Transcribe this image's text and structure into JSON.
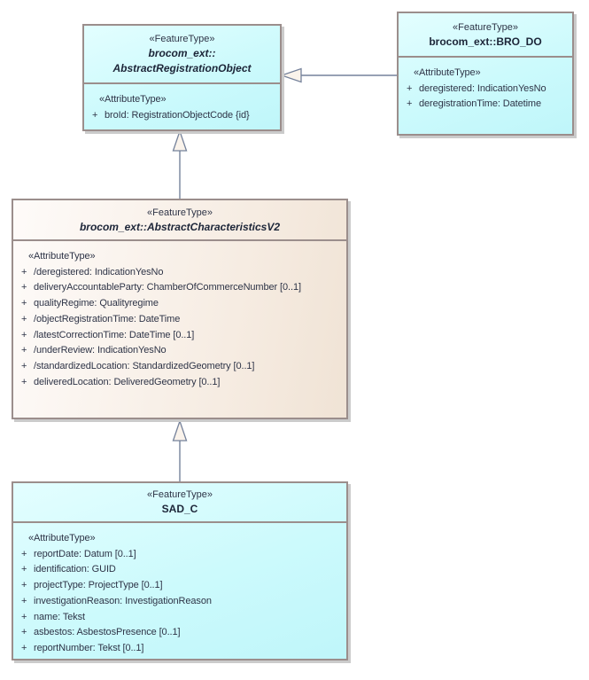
{
  "diagram": {
    "kind": "uml-class-diagram",
    "colors": {
      "class_fill_cyan": "#CCFAFC",
      "class_fill_cream": "#F6ECE2",
      "border": "#9B8E8C",
      "connector": "#75829B",
      "text": "#2E3447"
    }
  },
  "classes": [
    {
      "id": "AbstractRegistrationObject",
      "stereotype": "«FeatureType»",
      "name1": "brocom_ext::",
      "name2": "AbstractRegistrationObject",
      "abstract": true,
      "attr_header": "«AttributeType»",
      "attributes": [
        {
          "vis": "+",
          "text": "broId: RegistrationObjectCode {id}"
        }
      ]
    },
    {
      "id": "BRO_DO",
      "stereotype": "«FeatureType»",
      "name1": "brocom_ext::BRO_DO",
      "abstract": false,
      "attr_header": "«AttributeType»",
      "attributes": [
        {
          "vis": "+",
          "text": "deregistered: IndicationYesNo"
        },
        {
          "vis": "+",
          "text": "deregistrationTime: Datetime"
        }
      ]
    },
    {
      "id": "AbstractCharacteristicsV2",
      "stereotype": "«FeatureType»",
      "name1": "brocom_ext::AbstractCharacteristicsV2",
      "abstract": true,
      "attr_header": "«AttributeType»",
      "attributes": [
        {
          "vis": "+",
          "text": "/deregistered: IndicationYesNo"
        },
        {
          "vis": "+",
          "text": "deliveryAccountableParty: ChamberOfCommerceNumber [0..1]"
        },
        {
          "vis": "+",
          "text": "qualityRegime: Qualityregime"
        },
        {
          "vis": "+",
          "text": "/objectRegistrationTime: DateTime"
        },
        {
          "vis": "+",
          "text": "/latestCorrectionTime: DateTime [0..1]"
        },
        {
          "vis": "+",
          "text": "/underReview: IndicationYesNo"
        },
        {
          "vis": "+",
          "text": "/standardizedLocation: StandardizedGeometry [0..1]"
        },
        {
          "vis": "+",
          "text": "deliveredLocation: DeliveredGeometry [0..1]"
        }
      ]
    },
    {
      "id": "SAD_C",
      "stereotype": "«FeatureType»",
      "name1": "SAD_C",
      "abstract": false,
      "attr_header": "«AttributeType»",
      "attributes": [
        {
          "vis": "+",
          "text": "reportDate: Datum [0..1]"
        },
        {
          "vis": "+",
          "text": "identification: GUID"
        },
        {
          "vis": "+",
          "text": "projectType: ProjectType [0..1]"
        },
        {
          "vis": "+",
          "text": "investigationReason: InvestigationReason"
        },
        {
          "vis": "+",
          "text": "name: Tekst"
        },
        {
          "vis": "+",
          "text": "asbestos: AsbestosPresence [0..1]"
        },
        {
          "vis": "+",
          "text": "reportNumber: Tekst [0..1]"
        }
      ]
    }
  ],
  "relations": [
    {
      "type": "generalization",
      "from": "BRO_DO",
      "to": "AbstractRegistrationObject"
    },
    {
      "type": "generalization",
      "from": "AbstractCharacteristicsV2",
      "to": "AbstractRegistrationObject"
    },
    {
      "type": "generalization",
      "from": "SAD_C",
      "to": "AbstractCharacteristicsV2"
    }
  ]
}
